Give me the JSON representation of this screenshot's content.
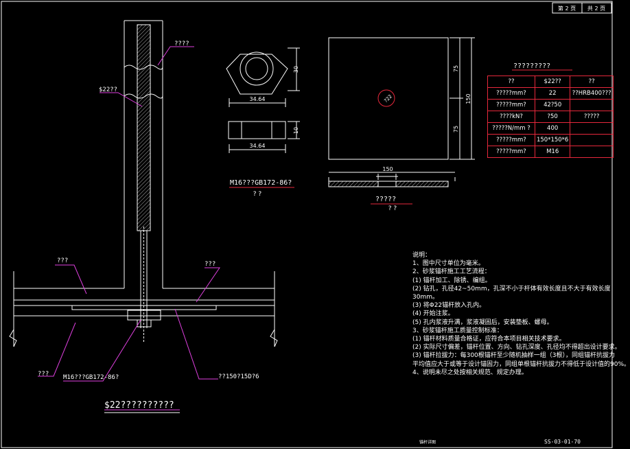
{
  "sheet": {
    "sheet_no": "第 2 页",
    "total": "共 2 页",
    "drawing_no": "SS-03-01-70",
    "footer_small": "锚杆详图"
  },
  "callouts": {
    "bolt_top": "????",
    "rebar_label": "$22??",
    "ground_left": "???",
    "ground_right": "???",
    "bottom_left": "???",
    "nut_spec": "M16???GB172-86?",
    "plate_spec": "??150?15D?6"
  },
  "nut_detail": {
    "dim_height": "30",
    "dim_width_top": "34.64",
    "dim_thick": "10",
    "dim_width_bottom": "34.64",
    "title": "M16???GB172-86?",
    "scale": "? ?"
  },
  "plate_detail": {
    "dim_75_top": "75",
    "dim_75_bottom": "75",
    "dim_150_side": "150",
    "dim_150_bottom": "150",
    "hole": "?22",
    "title": "?????",
    "scale": "? ?"
  },
  "main_title": "$22??????????",
  "spec_table": {
    "title": "?????????",
    "header": [
      "??",
      "$22??",
      "??"
    ],
    "rows": [
      [
        "?????mm?",
        "22",
        "??HRB400???"
      ],
      [
        "?????mm?",
        "42?50",
        ""
      ],
      [
        "????kN?",
        "?50",
        "?????"
      ],
      [
        "?????N/mm ?",
        "400",
        ""
      ],
      [
        "?????mm?",
        "150*150*6",
        ""
      ],
      [
        "?????mm?",
        "M16",
        ""
      ]
    ]
  },
  "notes": [
    "说明：",
    "1、图中尺寸单位为毫米。",
    "2、砂浆锚杆施工工艺流程：",
    "(1) 锚杆加工、除锈、编组。",
    "(2) 钻孔，孔径42~50mm，孔深不小于杆体有效长度且不大于有效长度",
    "30mm。",
    "(3) 将Φ22锚杆放入孔内。",
    "(4) 开始注浆。",
    "(5) 孔内浆液升满，浆液凝固后，安装垫板、螺母。",
    "3、砂浆锚杆施工质量控制标准：",
    "(1) 锚杆材料质量合格证，应符合本项目相关技术要求。",
    "(2) 实际尺寸偏差，锚杆位置、方向、钻孔深度、孔径均不得超出设计要求。",
    "(3) 锚杆拉拔力：每300根锚杆至少随机抽样一组（3根），同组锚杆抗拔力",
    "平均值应大于或等于设计锚固力，同组单根锚杆抗拔力不得低于设计值的90%。",
    "4、说明未尽之处按相关规范、规定办理。"
  ]
}
